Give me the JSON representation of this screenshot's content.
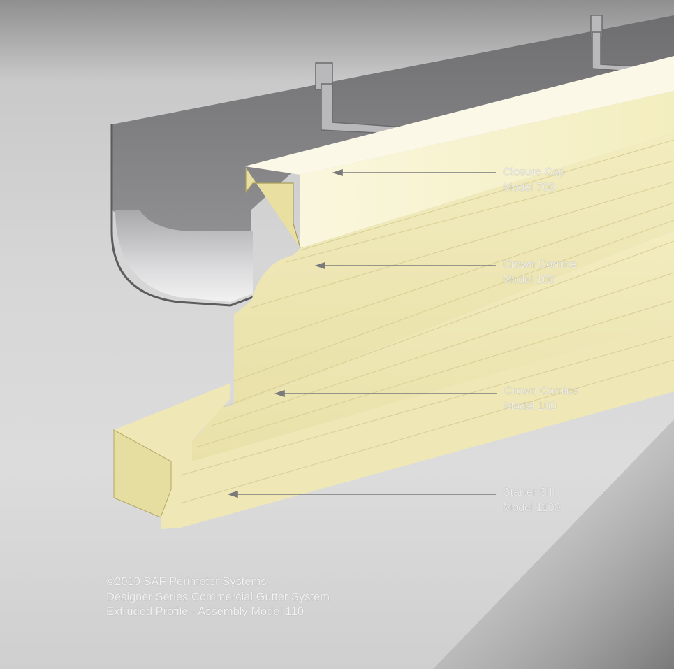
{
  "callouts": [
    {
      "name": "Closure Cap",
      "model": "Model 700"
    },
    {
      "name": "Crown Cornice",
      "model": "Model 100"
    },
    {
      "name": "Crown Cornice",
      "model": "Model 100"
    },
    {
      "name": "Starter Sill",
      "model": "Model 1100"
    }
  ],
  "credits": {
    "line1": "©2010 SAF Perimeter Systems",
    "line2": "Designer Series Commercial Gutter System",
    "line3": "Extruded Profile - Assembly Model 110"
  },
  "colors": {
    "profile_cream": "#f6f1c6",
    "gutter_steel": "#8e8e90",
    "leader_line": "#7a7a7a"
  }
}
